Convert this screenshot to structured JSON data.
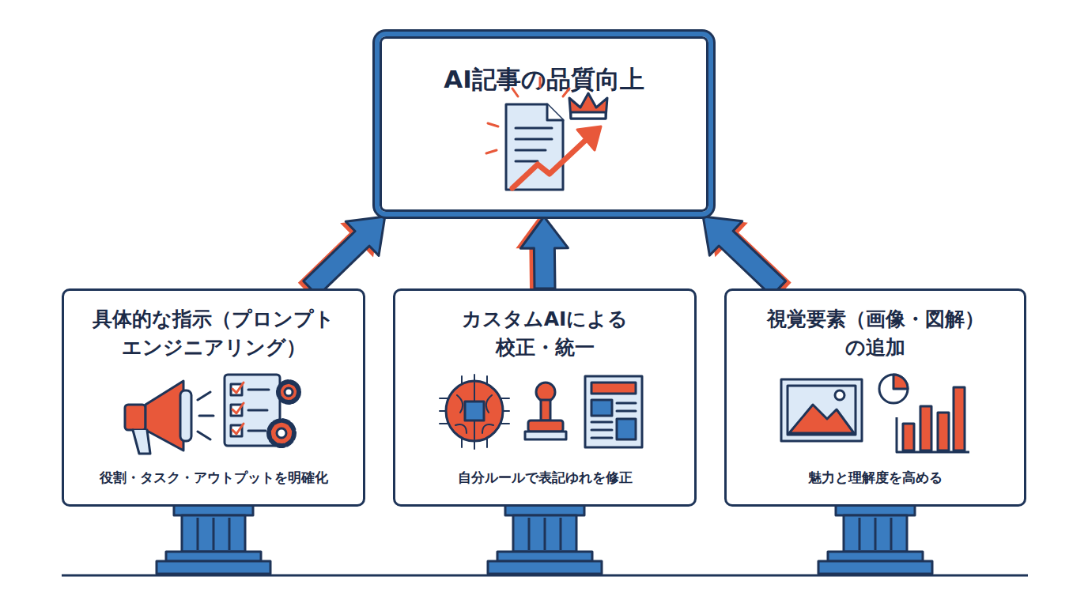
{
  "diagram": {
    "nodes": [
      {
        "text": [
          "AI記事の品質向上"
        ]
      },
      {
        "text": [
          "具体的な指示（プロンプト エンジニアリング）",
          "役割・タスク・アウトプットを明確化"
        ]
      },
      {
        "text": [
          "カスタムAIによる 校正・統一",
          "自分ルールで表記ゆれを修正"
        ]
      },
      {
        "text": [
          "視覚要素（画像・図解） の追加",
          "魅力と理解度を高める"
        ]
      }
    ],
    "edges": [
      {
        "from": 1,
        "to": 0,
        "arrow": "to"
      },
      {
        "from": 2,
        "to": 0,
        "arrow": "to"
      },
      {
        "from": 3,
        "to": 0,
        "arrow": "to"
      }
    ]
  }
}
